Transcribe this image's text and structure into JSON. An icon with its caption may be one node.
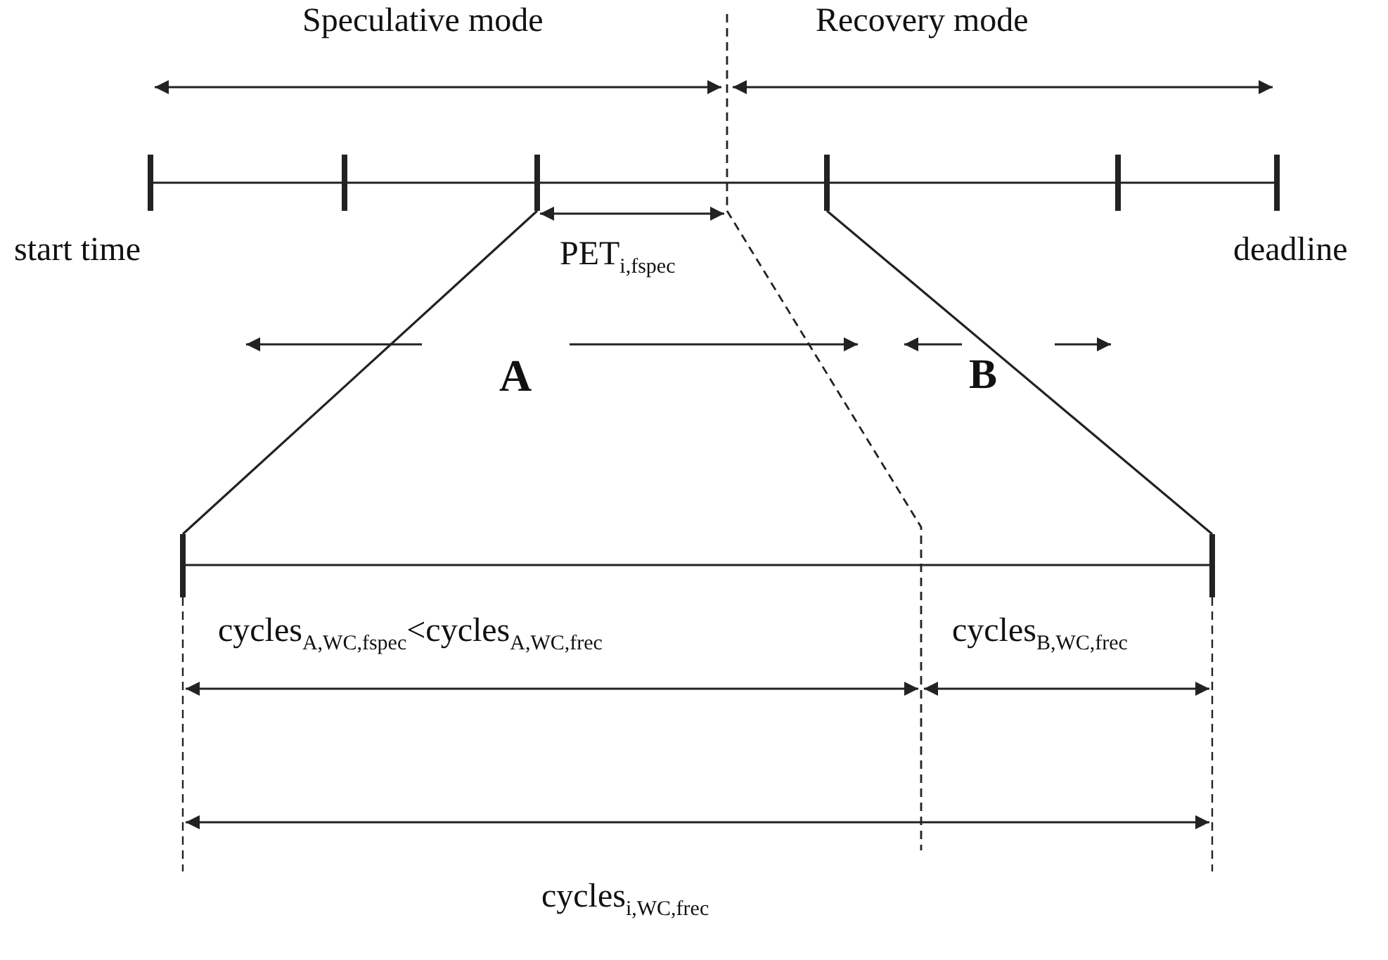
{
  "diagram": {
    "labels": [
      "Speculative mode",
      "Recovery mode",
      "start time",
      "PET$_{i,fspec}$",
      "deadline",
      "A",
      "B",
      "cycles$_{A,WC,fspec}$<cycles$_{A,WC,frec}$",
      "cycles$_{B,WC,frec}$",
      "cycles$_{i,WC,frec}$"
    ]
  }
}
